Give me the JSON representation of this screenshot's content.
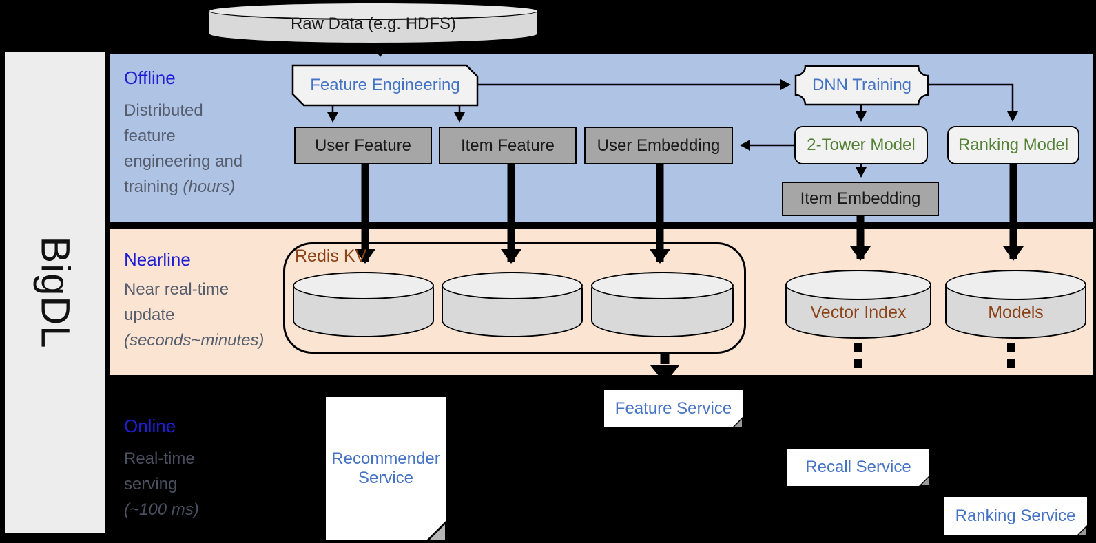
{
  "brand": {
    "name": "BigDL"
  },
  "data_source": {
    "label": "Raw Data (e.g. HDFS)"
  },
  "lanes": {
    "offline": {
      "title": "Offline",
      "description": "Distributed feature engineering and training ",
      "description_italic": "(hours)"
    },
    "nearline": {
      "title": "Nearline",
      "description": "Near real-time update ",
      "description_italic": "(seconds~minutes)"
    },
    "online": {
      "title": "Online",
      "description": "Real-time serving ",
      "description_italic": "(~100 ms)"
    }
  },
  "offline_nodes": {
    "feature_engineering": {
      "label": "Feature Engineering"
    },
    "dnn_training": {
      "label": "DNN Training"
    },
    "user_feature": {
      "label": "User Feature"
    },
    "item_feature": {
      "label": "Item Feature"
    },
    "user_embedding": {
      "label": "User Embedding"
    },
    "two_tower_model": {
      "label": "2-Tower Model"
    },
    "ranking_model": {
      "label": "Ranking Model"
    },
    "item_embedding": {
      "label": "Item Embedding"
    }
  },
  "nearline_nodes": {
    "redis_kv": {
      "label": "Redis KV"
    },
    "vector_index": {
      "label": "Vector Index"
    },
    "models": {
      "label": "Models"
    }
  },
  "online_nodes": {
    "recommender_service": {
      "label": "Recommender Service"
    },
    "feature_service": {
      "label": "Feature Service"
    },
    "recall_service": {
      "label": "Recall Service"
    },
    "ranking_service": {
      "label": "Ranking Service"
    }
  },
  "colors": {
    "offline_band": "#afc3e5",
    "nearline_band": "#fbe4d1",
    "background": "#000000",
    "lane_title_blue": "#1e1ed6",
    "node_text_blue": "#4472c4",
    "model_text_green": "#538135",
    "storage_text_brown": "#8c4317",
    "gray_box": "#a6a6a6",
    "light_shape": "#f2f2f2"
  }
}
